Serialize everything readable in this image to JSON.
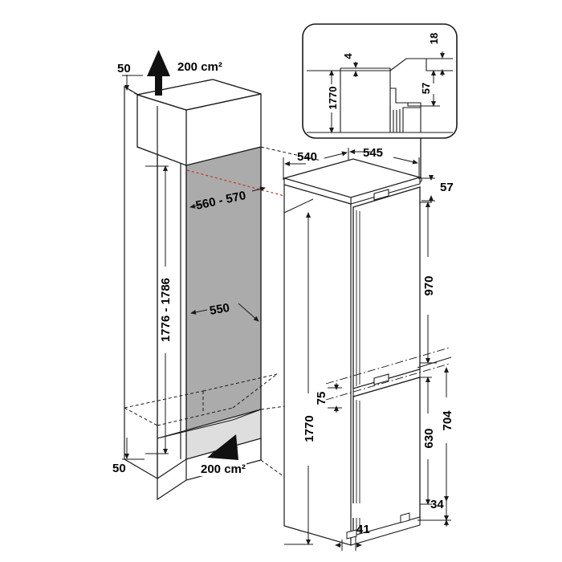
{
  "diagram": {
    "title": "Built-in fridge freezer installation dimensions",
    "units": "mm",
    "colors": {
      "line": "#1a1a1a",
      "fill_wall_gray": "#ababab",
      "fill_floor_gray": "#e2e2e2",
      "red_dotted": "#c0392b",
      "background": "#ffffff"
    }
  },
  "niche": {
    "name": "cabinet-niche",
    "labels": {
      "vent_top": "200 cm²",
      "vent_bottom": "200 cm²",
      "gap_top": "50",
      "gap_bottom": "50",
      "height_range": "1776 - 1786",
      "depth_range": "560 - 570",
      "width": "550"
    }
  },
  "appliance": {
    "name": "fridge-freezer-unit",
    "labels": {
      "depth_body": "540",
      "depth_total": "545",
      "top_offset": "57",
      "fridge_door_height": "970",
      "door_gap": "75",
      "freezer_door_height": "630",
      "lower_section": "704",
      "total_height": "1770",
      "plinth": "34",
      "foot_depth": "41"
    }
  },
  "inset": {
    "name": "hinge-detail-inset",
    "labels": {
      "height": "1770",
      "top_gap": "4",
      "panel_thickness": "18",
      "handle_offset": "57"
    }
  }
}
